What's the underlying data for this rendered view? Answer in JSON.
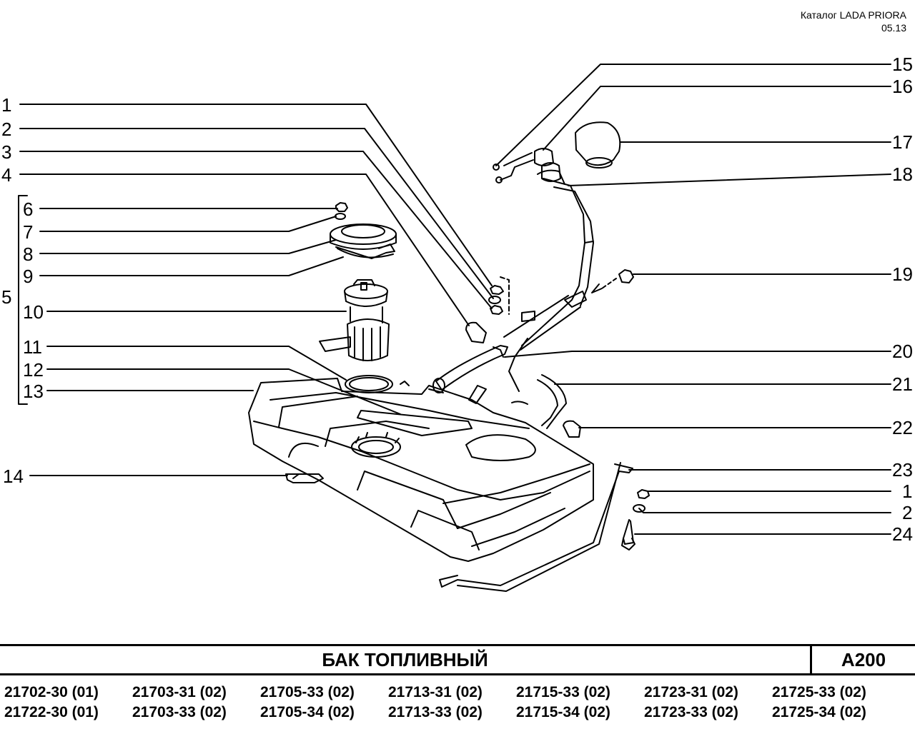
{
  "header": {
    "catalog": "Каталог  LADA  PRIORA",
    "date": "05.13"
  },
  "callouts": {
    "c1": "1",
    "c2": "2",
    "c3": "3",
    "c4": "4",
    "c5": "5",
    "c6": "6",
    "c7": "7",
    "c8": "8",
    "c9": "9",
    "c10": "10",
    "c11": "11",
    "c12": "12",
    "c13": "13",
    "c14": "14",
    "c15": "15",
    "c16": "16",
    "c17": "17",
    "c18": "18",
    "c19": "19",
    "c20": "20",
    "c21": "21",
    "c22": "22",
    "c23": "23",
    "c1b": "1",
    "c2b": "2",
    "c24": "24"
  },
  "titlebar": {
    "title": "БАК  ТОПЛИВНЫЙ",
    "code": "A200"
  },
  "models": {
    "row1": [
      "21702-30 (01)",
      "21703-31 (02)",
      "21705-33 (02)",
      "21713-31 (02)",
      "21715-33 (02)",
      "21723-31 (02)",
      "21725-33 (02)"
    ],
    "row2": [
      "21722-30 (01)",
      "21703-33 (02)",
      "21705-34 (02)",
      "21713-33 (02)",
      "21715-34 (02)",
      "21723-33 (02)",
      "21725-34 (02)"
    ]
  }
}
